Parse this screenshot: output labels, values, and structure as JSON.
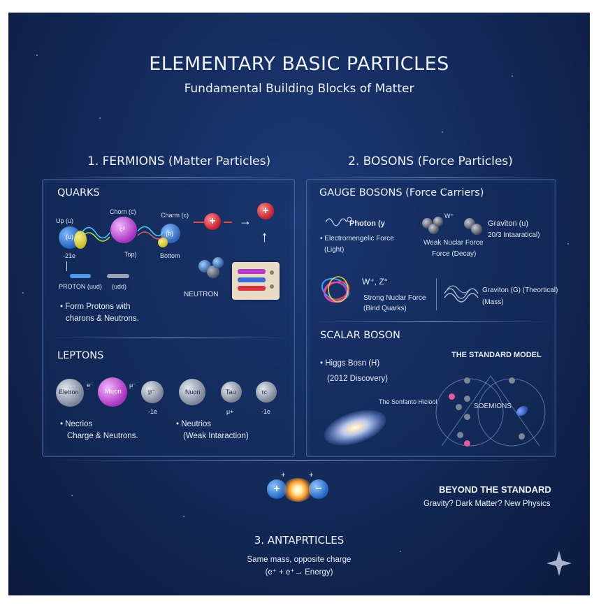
{
  "title": "ELEMENTARY BASIC PARTICLES",
  "subtitle": "Fundamental Building Blocks of Matter",
  "fermions": {
    "heading": "1. FERMIONS (Matter Particles)",
    "quarks": {
      "heading": "QUARKS",
      "up_label": "Up (u)",
      "up_inner": "(u)",
      "up_charge": "-21e",
      "charm_label": "Chorn (c)",
      "charm_inner": "c³",
      "top_label": "Top)",
      "charm2_label": "Charm (c)",
      "charm2_inner": "(b)",
      "bottom_label": "Bottom",
      "proton_label": "PROTON (uud)",
      "udd_label": "(udd)",
      "neutron_label": "NEUTRON",
      "bullet_line1": "• Form Protons with",
      "bullet_line2": "charons & Neutrons."
    },
    "leptons": {
      "heading": "LEPTONS",
      "p1": "Eletron",
      "p1_sup": "e⁻",
      "p2": "Muon",
      "p2_sup": "μ⁻",
      "p3": "μ⁻",
      "p3_charge": "-1e",
      "p4": "Nuon",
      "p5": "Tau",
      "p5_charge": "μ+",
      "p6": "τc",
      "p6_charge": "-1e",
      "bullet1_line1": "• Necrios",
      "bullet1_line2": "Charge & Neutrons.",
      "bullet2_line1": "• Neutrios",
      "bullet2_line2": "(Weak Intaraction)"
    }
  },
  "bosons": {
    "heading": "2. BOSONS (Force Particles)",
    "gauge": {
      "heading": "GAUGE BOSONS (Force Carriers)",
      "photon_title": "Photon (y",
      "photon_line1": "• Electromengelic Force",
      "photon_line2": "(Light)",
      "weak_sup": "W⁺",
      "weak_line1": "Weak Nuclar Force",
      "weak_line2": "Force (Decay)",
      "graviton_title": "Graviton (u)",
      "graviton_sub": "20/3 Intaaratical)",
      "wz_title": "W⁺, Z°",
      "strong_line1": "Strong Nuclar Force",
      "strong_line2": "(Bind Quarks)",
      "graviton2_line1": "Graviton (G) (Theortical)",
      "graviton2_line2": "(Mass)"
    },
    "scalar": {
      "heading": "SCALAR BOSON",
      "higgs_line1": "• Higgs Bosn (H)",
      "higgs_line2": "(2012 Discovery)",
      "standard_model": "THE STANDARD MODEL",
      "galaxy_label": "The Sonfanto Hiclool",
      "soemions": "SOEMIONS"
    }
  },
  "antiparticles": {
    "heading": "3. ANTAPRTICLES",
    "line1": "Same mass, opposite charge",
    "line2": "(e⁺ + e⁺→ Energy)",
    "plus": "+",
    "minus": "−"
  },
  "beyond": {
    "heading": "BEYOND THE STANDARD",
    "text": "Gravity? Dark Matter? New Physics"
  },
  "colors": {
    "background": "#142b5c",
    "accent_red": "#d8323a",
    "accent_blue": "#2f7fd8",
    "accent_purple": "#b43cc8",
    "accent_yellow": "#e8e04a"
  }
}
